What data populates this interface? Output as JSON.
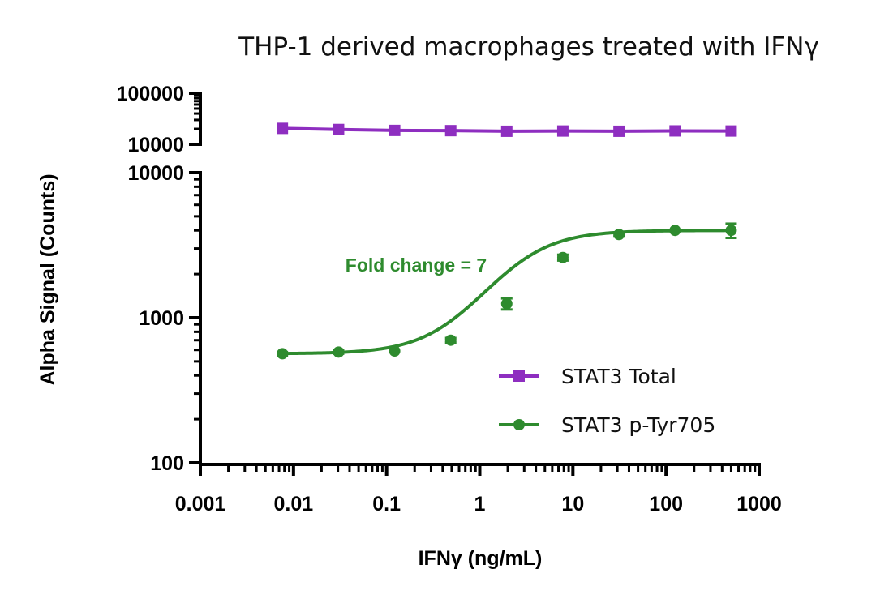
{
  "chart_data": {
    "type": "line",
    "title": "THP-1 derived macrophages treated with IFNγ",
    "xlabel": "IFNγ (ng/mL)",
    "ylabel": "Alpha Signal (Counts)",
    "x_scale": "log",
    "y_scale": "log",
    "y_axis_break": true,
    "xlim": [
      0.001,
      1000
    ],
    "xticks": [
      "0.001",
      "0.01",
      "0.1",
      "1",
      "10",
      "100",
      "1000"
    ],
    "y_segments": [
      {
        "ylim": [
          10000,
          100000
        ],
        "yticks": [
          "10000",
          "100000"
        ]
      },
      {
        "ylim": [
          100,
          10000
        ],
        "yticks": [
          "100",
          "1000",
          "10000"
        ]
      }
    ],
    "x": [
      0.0076,
      0.0305,
      0.122,
      0.488,
      1.95,
      7.8,
      31.25,
      125,
      500
    ],
    "series": [
      {
        "name": "STAT3 Total",
        "color": "#8e2ec0",
        "marker": "square",
        "values": [
          20500,
          19500,
          18700,
          18500,
          18000,
          18200,
          18000,
          18300,
          18200
        ]
      },
      {
        "name": "STAT3 p-Tyr705",
        "color": "#2e8b2e",
        "marker": "circle",
        "values": [
          565,
          580,
          590,
          700,
          1250,
          2600,
          3750,
          4000,
          4000
        ],
        "error": [
          15,
          15,
          15,
          25,
          110,
          120,
          120,
          100,
          450
        ],
        "fit": "sigmoidal"
      }
    ],
    "annotation": "Fold change = 7",
    "legend_position": "lower-right",
    "grid": false
  }
}
